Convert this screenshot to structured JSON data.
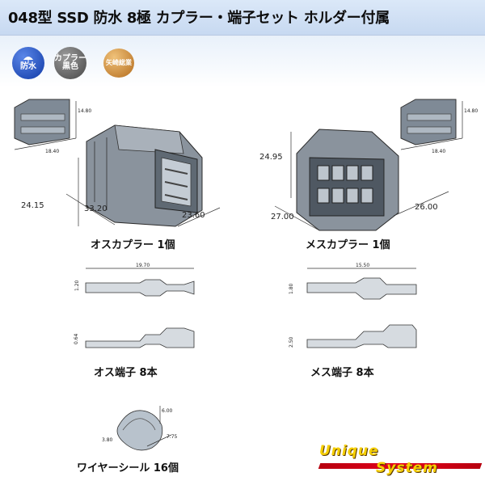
{
  "title": "048型 SSD 防水 8極 カプラー・端子セット ホルダー付属",
  "badges": {
    "waterproof": "防水",
    "coupler_line1": "カプラー",
    "coupler_line2": "黒色",
    "maker": "矢崎総業"
  },
  "holder": {
    "height": "14.80",
    "width": "18.40"
  },
  "male_coupler": {
    "dim_left_height": "24.15",
    "dim_depth": "33.20",
    "dim_width": "23.60",
    "caption": "オスカプラー 1個"
  },
  "female_coupler": {
    "dim_height": "24.95",
    "dim_depth": "27.00",
    "dim_width": "26.00",
    "caption": "メスカプラー 1個"
  },
  "male_terminal": {
    "length": "19.70",
    "height_top": "1.20",
    "height_bottom": "0.64",
    "caption": "オス端子 8本"
  },
  "female_terminal": {
    "length": "15.50",
    "height_top": "1.80",
    "height_bottom": "2.50",
    "caption": "メス端子 8本"
  },
  "wire_seal": {
    "dim_inner": "3.80",
    "dim_outer": "6.00",
    "dim_length": "7.75",
    "caption": "ワイヤーシール 16個"
  },
  "logo": {
    "line1": "Unique",
    "line2": "System"
  },
  "colors": {
    "accent_blue": "#103aa6",
    "logo_yellow": "#f6cf00",
    "logo_red": "#e4001c",
    "part_gray": "#7f8a96"
  }
}
